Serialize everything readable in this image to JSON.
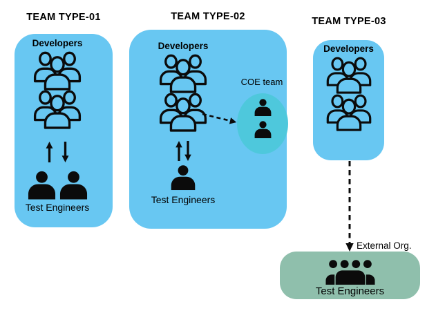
{
  "colors": {
    "panel_blue": "#68C7F2",
    "coe_teal": "#4EC8DC",
    "external_green": "#8FBFAC",
    "ink": "#0B0B0B",
    "background": "#FFFFFF"
  },
  "icons": {
    "developers_group": "group-people-outline-icon",
    "test_engineer": "person-filled-icon",
    "exchange_arrows": "up-down-arrows-icon",
    "coe_handoff": "dashed-right-arrow-icon",
    "external_handoff": "dashed-down-arrow-icon",
    "external_team": "people-row-filled-icon"
  },
  "teams": [
    {
      "title": "TEAM TYPE-01",
      "developers_label": "Developers",
      "test_engineers_label": "Test Engineers"
    },
    {
      "title": "TEAM TYPE-02",
      "developers_label": "Developers",
      "coe_label": "COE team",
      "test_engineers_label": "Test Engineers"
    },
    {
      "title": "TEAM TYPE-03",
      "developers_label": "Developers"
    }
  ],
  "external": {
    "label": "External Org.",
    "test_engineers_label": "Test Engineers"
  }
}
